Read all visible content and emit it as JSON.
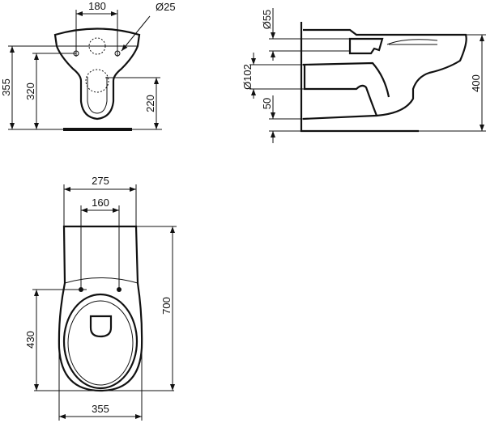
{
  "front_view": {
    "d_180": "180",
    "d_25": "Ø25",
    "d_355": "355",
    "d_320": "320",
    "d_220": "220"
  },
  "side_view": {
    "d_55": "Ø55",
    "d_102": "Ø102",
    "d_50": "50",
    "d_400": "400"
  },
  "plan_view": {
    "d_275": "275",
    "d_160": "160",
    "d_700": "700",
    "d_430": "430",
    "d_355": "355"
  }
}
